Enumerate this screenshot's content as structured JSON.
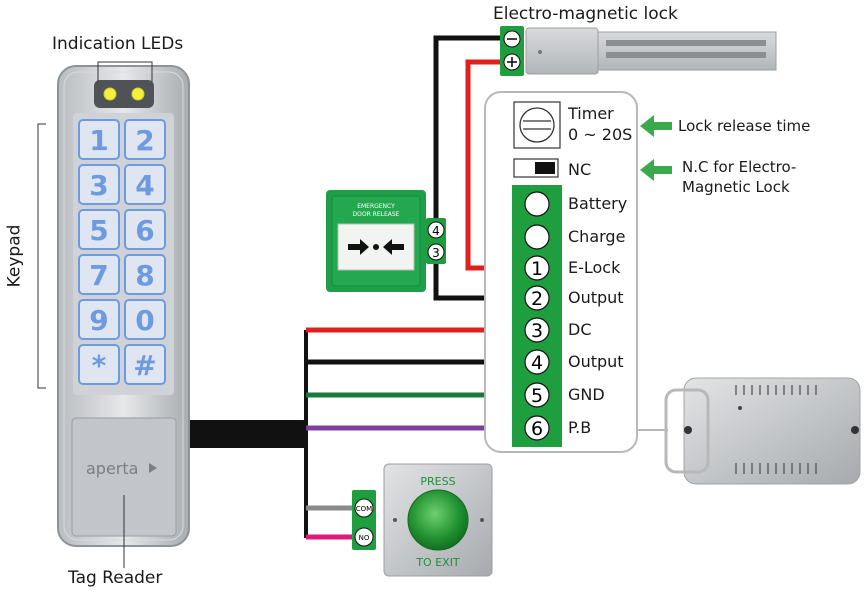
{
  "labels": {
    "indication_leds": "Indication LEDs",
    "keypad": "Keypad",
    "tag_reader": "Tag Reader",
    "maglock": "Electro-magnetic lock",
    "lock_release_time": "Lock release time",
    "nc_note_line1": "N.C for Electro-",
    "nc_note_line2": "Magnetic Lock"
  },
  "keypad": {
    "keys": [
      "1",
      "2",
      "3",
      "4",
      "5",
      "6",
      "7",
      "8",
      "9",
      "0",
      "*",
      "#"
    ],
    "brand": "aperta"
  },
  "controller": {
    "timer_label": "Timer",
    "timer_range": "0 ~ 20S",
    "nc_label": "NC",
    "terminals": [
      {
        "number": "",
        "label": "Battery"
      },
      {
        "number": "",
        "label": "Charge"
      },
      {
        "number": "1",
        "label": "E-Lock"
      },
      {
        "number": "2",
        "label": "Output"
      },
      {
        "number": "3",
        "label": "DC"
      },
      {
        "number": "4",
        "label": "Output"
      },
      {
        "number": "5",
        "label": "GND"
      },
      {
        "number": "6",
        "label": "P.B"
      }
    ]
  },
  "emergency_release": {
    "text_line1": "EMERGENCY",
    "text_line2": "DOOR RELEASE",
    "terminal_a": "4",
    "terminal_b": "3"
  },
  "exit_button": {
    "top_text": "PRESS",
    "bottom_text": "TO EXIT",
    "terminal_com": "COM",
    "terminal_no": "NO"
  },
  "maglock_terminals": {
    "negative": "⊖",
    "positive": "⊕"
  },
  "colors": {
    "terminal_green": "#1e9e3e",
    "arrow_green": "#3aaa4a",
    "wire_red": "#e0201c",
    "wire_black": "#111111",
    "wire_green": "#1a7a3c",
    "wire_purple": "#7b3fa0",
    "wire_grey": "#8a8a8a",
    "wire_pink": "#e0187a",
    "key_blue": "#6e9be0"
  }
}
